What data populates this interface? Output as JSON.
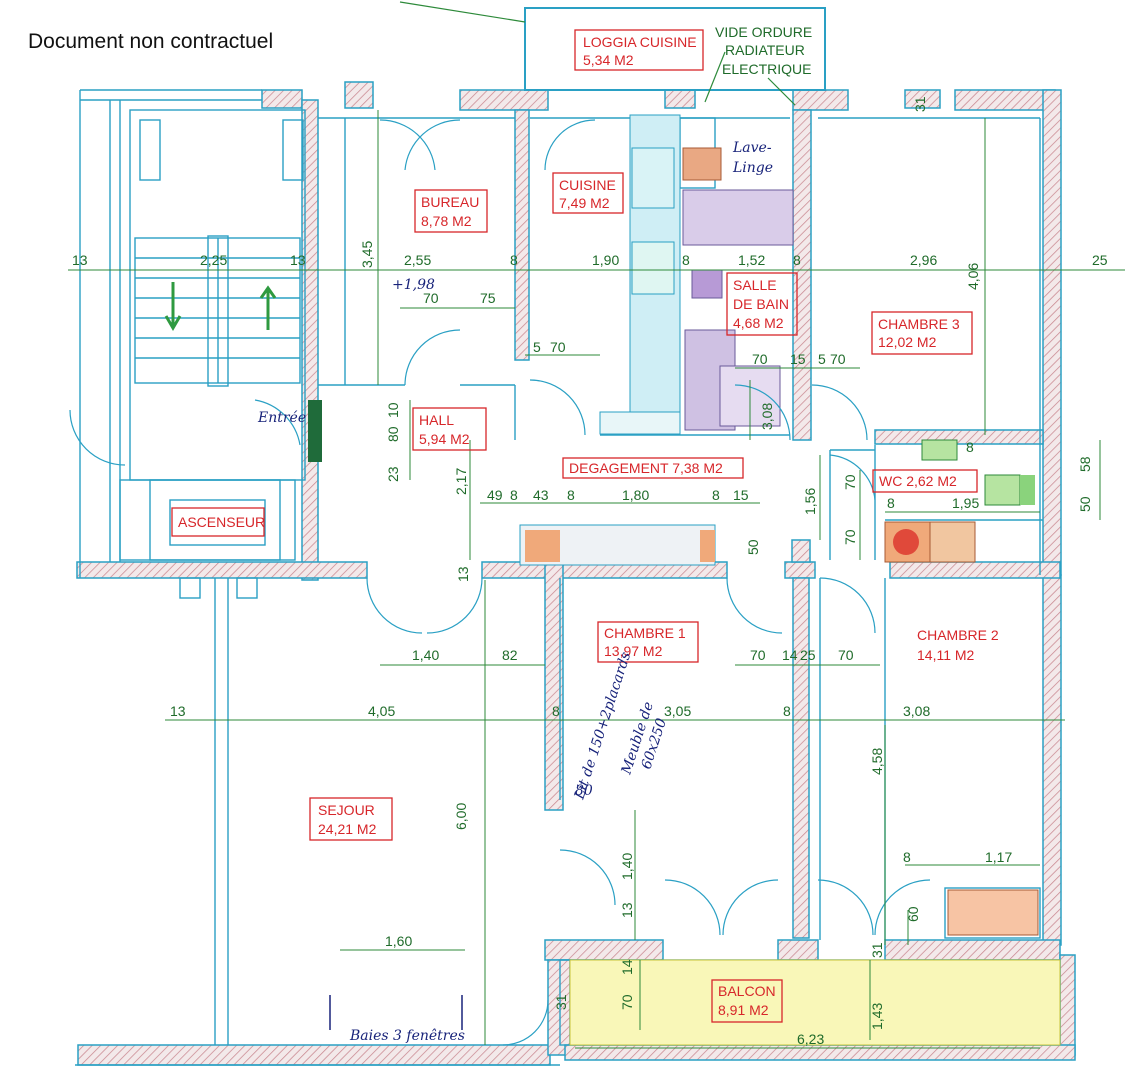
{
  "header": {
    "title": "Document non contractuel"
  },
  "rooms": [
    {
      "key": "loggia",
      "name": "LOGGIA CUISINE",
      "area": "5,34 M2"
    },
    {
      "key": "bureau",
      "name": "BUREAU",
      "area": "8,78 M2"
    },
    {
      "key": "cuisine",
      "name": "CUISINE",
      "area": "7,49 M2"
    },
    {
      "key": "sdb",
      "name1": "SALLE",
      "name2": "DE BAIN",
      "area": "4,68 M2"
    },
    {
      "key": "chambre3",
      "name": "CHAMBRE 3",
      "area": "12,02 M2"
    },
    {
      "key": "hall",
      "name": "HALL",
      "area": "5,94 M2"
    },
    {
      "key": "degagement",
      "label": "DEGAGEMENT 7,38 M2"
    },
    {
      "key": "wc",
      "label": "WC 2,62 M2"
    },
    {
      "key": "ascenseur",
      "name": "ASCENSEUR"
    },
    {
      "key": "chambre1",
      "name": "CHAMBRE 1",
      "area": "13,97 M2"
    },
    {
      "key": "chambre2",
      "name": "CHAMBRE 2",
      "area": "14,11 M2"
    },
    {
      "key": "sejour",
      "name": "SEJOUR",
      "area": "24,21 M2"
    },
    {
      "key": "balcon",
      "name": "BALCON",
      "area": "8,91 M2"
    }
  ],
  "notes": {
    "vide_ordure": [
      "VIDE ORDURE",
      "RADIATEUR",
      "ELECTRIQUE"
    ],
    "lave_linge": [
      "Lave-",
      "Linge"
    ],
    "entree": "Entrée",
    "lit": "Lit de 150+2placards",
    "meuble": [
      "Meuble de",
      "60x250"
    ],
    "lit_dim": "80",
    "baies": "Baies 3 fenêtres",
    "bureau_note": "+1,98"
  },
  "dimensions": {
    "upper_axis": [
      "13",
      "2,25",
      "13",
      "2,55",
      "8",
      "1,90",
      "8",
      "1,52",
      "8",
      "2,96",
      "25"
    ],
    "lower_axis": [
      "13",
      "4,05",
      "8",
      "3,05",
      "8",
      "3,08"
    ],
    "misc": [
      "3,45",
      "70",
      "75",
      "4,06",
      "5",
      "70",
      "70",
      "15",
      "5",
      "70",
      "3,08",
      "10",
      "80",
      "23",
      "2,17",
      "49",
      "8",
      "43",
      "8",
      "1,80",
      "8",
      "15",
      "1,56",
      "50",
      "70",
      "58",
      "8",
      "1,95",
      "50",
      "70",
      "8",
      "13",
      "1,40",
      "82",
      "70",
      "14",
      "25",
      "70",
      "4,58",
      "6,00",
      "8",
      "1,17",
      "1,40",
      "13",
      "60",
      "1,60",
      "31",
      "70",
      "14",
      "1,43",
      "31",
      "6,23",
      "31"
    ]
  }
}
